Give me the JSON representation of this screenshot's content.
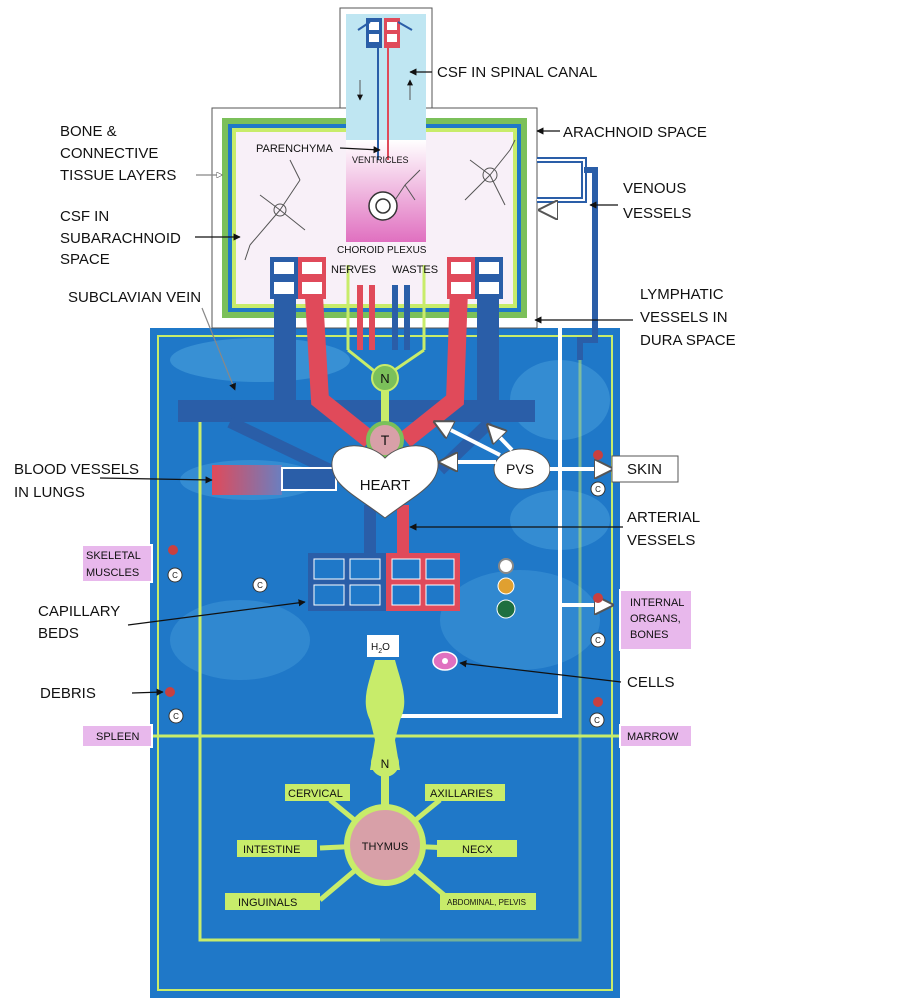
{
  "labels": {
    "csf_spinal": "CSF IN SPINAL CANAL",
    "bone_1": "BONE &",
    "bone_2": "CONNECTIVE",
    "bone_3": "TISSUE LAYERS",
    "arachnoid": "ARACHNOID SPACE",
    "parenchyma": "PARENCHYMA",
    "ventricles": "VENTRICLES",
    "venous_1": "VENOUS",
    "venous_2": "VESSELS",
    "csf_sub_1": "CSF IN",
    "csf_sub_2": "SUBARACHNOID",
    "csf_sub_3": "SPACE",
    "choroid": "CHOROID PLEXUS",
    "nerves": "NERVES",
    "wastes": "WASTES",
    "subclavian": "SUBCLAVIAN VEIN",
    "lymph_1": "LYMPHATIC",
    "lymph_2": "VESSELS IN",
    "lymph_3": "DURA SPACE",
    "n_top": "N",
    "t": "T",
    "heart": "HEART",
    "pvs": "PVS",
    "blood_lungs_1": "BLOOD VESSELS",
    "blood_lungs_2": "IN LUNGS",
    "skin": "SKIN",
    "arterial_1": "ARTERIAL",
    "arterial_2": "VESSELS",
    "skeletal_1": "SKELETAL",
    "skeletal_2": "MUSCLES",
    "capillary_1": "CAPILLARY",
    "capillary_2": "BEDS",
    "internal_1": "INTERNAL",
    "internal_2": "ORGANS,",
    "internal_3": "BONES",
    "h2o_main": "H",
    "h2o_sub": "2",
    "h2o_end": "O",
    "cells": "CELLS",
    "debris": "DEBRIS",
    "spleen": "SPLEEN",
    "marrow": "MARROW",
    "n_bottom": "N",
    "cervical": "CERVICAL",
    "axillaries": "AXILLARIES",
    "intestine": "INTESTINE",
    "thymus": "THYMUS",
    "necx": "NECX",
    "inguinals": "INGUINALS",
    "abdominal": "ABDOMINAL, PELVIS",
    "c": "C"
  },
  "colors": {
    "body_blue": "#1f78c8",
    "vein_blue": "#2a5ea8",
    "artery_red": "#e04a5a",
    "lymph_green": "#c8ec6a",
    "csf_light": "#bfe6f2",
    "ventricle_pink": "#e070c0",
    "label_pink": "#e8b8ec",
    "thymus_pink": "#d8a0a8"
  },
  "icons": [
    "arrow-icon",
    "neuron-icon",
    "c-marker-icon"
  ]
}
